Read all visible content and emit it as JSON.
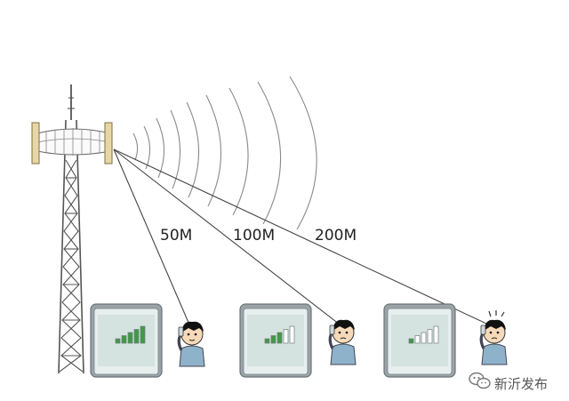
{
  "diagram": {
    "distance_labels": [
      "50M",
      "100M",
      "200M"
    ],
    "signal_levels": [
      {
        "distance": "50M",
        "bars_filled": 5,
        "bars_total": 5
      },
      {
        "distance": "100M",
        "bars_filled": 3,
        "bars_total": 5
      },
      {
        "distance": "200M",
        "bars_filled": 1,
        "bars_total": 5
      }
    ],
    "colors": {
      "line": "#444444",
      "screen_frame": "#9aa4a8",
      "screen_bg": "#e6eeee",
      "screen_inner": "#d4e3e0",
      "bar_filled": "#3f9a45",
      "bar_empty": "#ffffff",
      "shirt": "#8eb2c9",
      "hair": "#111111",
      "skin": "#f6d9b8"
    }
  },
  "watermark": {
    "text": "新沂发布",
    "icon": "wechat-icon"
  }
}
